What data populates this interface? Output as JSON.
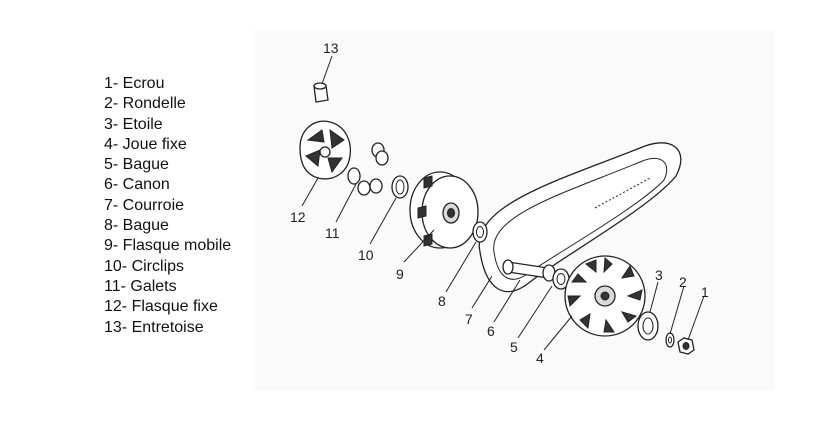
{
  "legend": [
    "1- Ecrou",
    "2- Rondelle",
    "3- Etoile",
    "4- Joue fixe",
    "5- Bague",
    "6- Canon",
    "7- Courroie",
    "8- Bague",
    "9- Flasque mobile",
    "10- Circlips",
    "11- Galets",
    "12- Flasque fixe",
    "13- Entretoise"
  ],
  "callouts": [
    "1",
    "2",
    "3",
    "4",
    "5",
    "6",
    "7",
    "8",
    "9",
    "10",
    "11",
    "12",
    "13"
  ]
}
